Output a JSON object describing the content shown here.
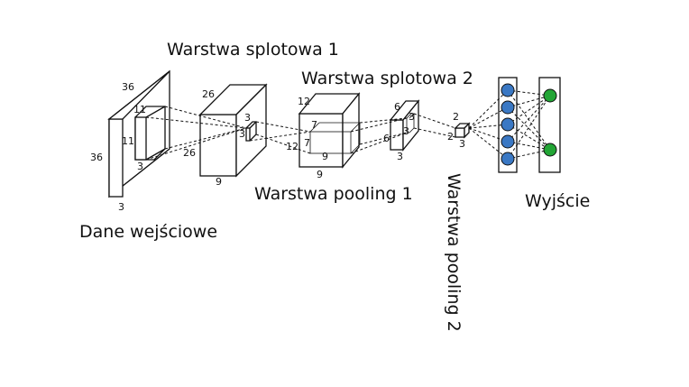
{
  "labels": {
    "conv1": "Warstwa splotowa 1",
    "conv2": "Warstwa splotowa 2",
    "pool1": "Warstwa pooling 1",
    "pool2": "Warstwa pooling 2",
    "input": "Dane wejściowe",
    "output": "Wyjście"
  },
  "dims": {
    "in_h": "36",
    "in_w": "36",
    "in_d": "3",
    "k1_h": "11",
    "k1_w": "11",
    "k1_d": "3",
    "c1_h": "26",
    "c1_w": "26",
    "c1_d": "9",
    "k2_h": "3",
    "k2_w": "3",
    "p1_h": "12",
    "p1_w": "12",
    "p1_d": "9",
    "p1k_h": "7",
    "p1k_w": "7",
    "p1k_d": "9",
    "c2_h": "6",
    "c2_w": "6",
    "c2_d": "3",
    "k3_h": "3",
    "k3_w": "3",
    "p2_h": "2",
    "p2_w": "2",
    "p2_d": "3"
  },
  "colors": {
    "hidden_node": "#3a78c4",
    "output_node": "#22a535",
    "stroke": "#111111"
  }
}
